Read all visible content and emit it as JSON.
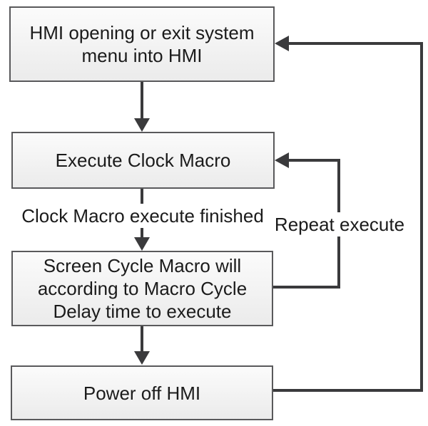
{
  "diagram": {
    "type": "flowchart",
    "colors": {
      "line": "#3a3a3c",
      "box_border": "#59595b",
      "box_fill_top": "#fbfbfb",
      "box_fill_bottom": "#ebebeb",
      "text": "#1b1b1b",
      "background": "#ffffff"
    },
    "nodes": [
      {
        "id": "hmi-start",
        "label": "HMI opening or exit system menu into HMI"
      },
      {
        "id": "execute-clock-macro",
        "label": "Execute Clock Macro"
      },
      {
        "id": "screen-cycle-macro",
        "label": "Screen Cycle Macro will according to Macro Cycle Delay time to execute"
      },
      {
        "id": "power-off-hmi",
        "label": "Power off HMI"
      }
    ],
    "edges": [
      {
        "from": "hmi-start",
        "to": "execute-clock-macro",
        "label": ""
      },
      {
        "from": "execute-clock-macro",
        "to": "screen-cycle-macro",
        "label": "Clock Macro execute finished"
      },
      {
        "from": "screen-cycle-macro",
        "to": "execute-clock-macro",
        "label": "Repeat execute"
      },
      {
        "from": "screen-cycle-macro",
        "to": "power-off-hmi",
        "label": ""
      },
      {
        "from": "power-off-hmi",
        "to": "hmi-start",
        "label": ""
      }
    ]
  }
}
